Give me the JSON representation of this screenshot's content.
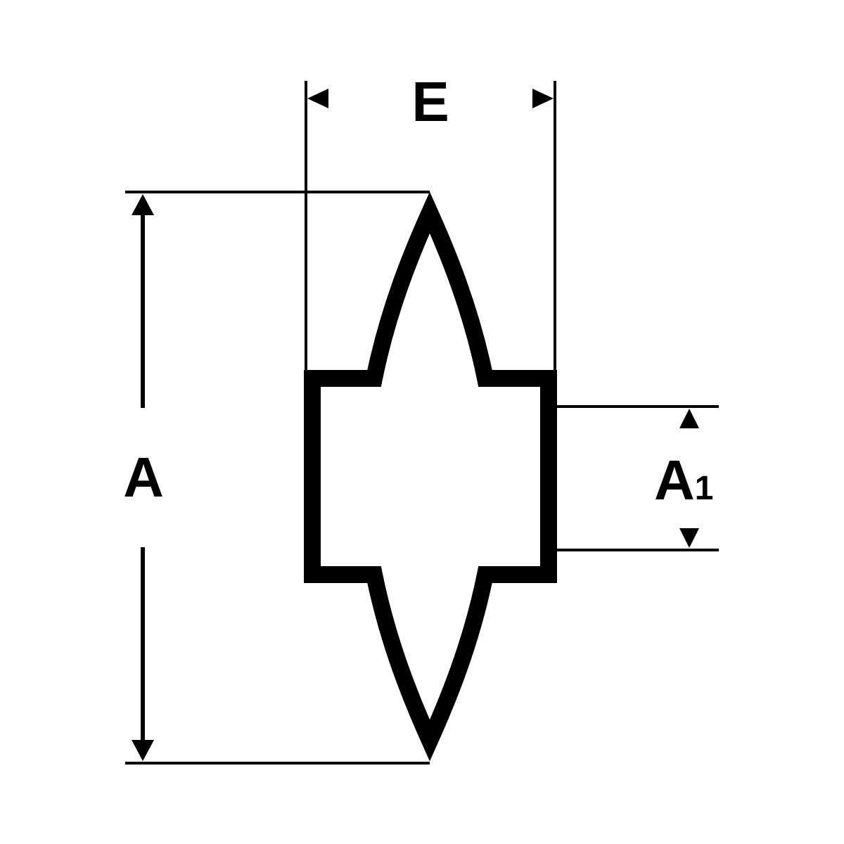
{
  "diagram": {
    "labels": {
      "width": "E",
      "height": "A",
      "inner_height_main": "A",
      "inner_height_sub": "1"
    }
  },
  "colors": {
    "line": "#000000",
    "background": "#ffffff"
  }
}
